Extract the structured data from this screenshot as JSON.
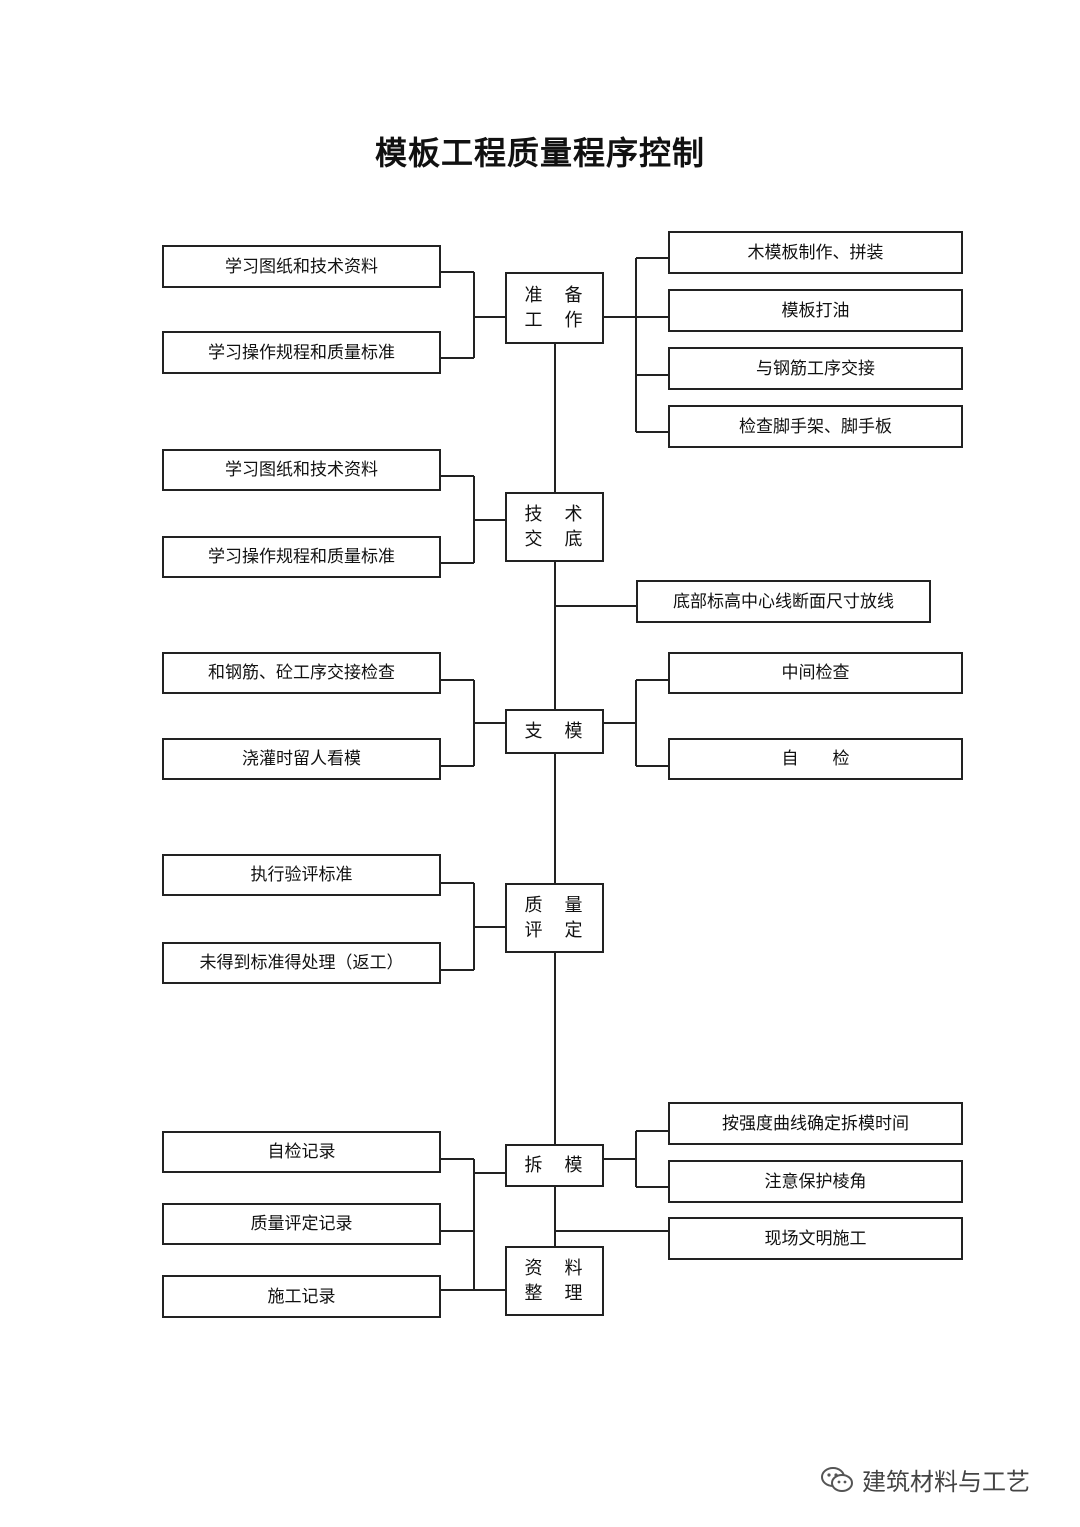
{
  "title": "模板工程质量程序控制",
  "stages": {
    "prep": [
      "准　备",
      "工　作"
    ],
    "tech": [
      "技　术",
      "交　底"
    ],
    "support": "支　模",
    "quality": [
      "质　量",
      "评　定"
    ],
    "remove": "拆　模",
    "docs": [
      "资　料",
      "整　理"
    ]
  },
  "prep_left": [
    "学习图纸和技术资料",
    "学习操作规程和质量标准"
  ],
  "prep_right": [
    "木模板制作、拼装",
    "模板打油",
    "与钢筋工序交接",
    "检查脚手架、脚手板"
  ],
  "tech_left": [
    "学习图纸和技术资料",
    "学习操作规程和质量标准"
  ],
  "tech_right": "底部标高中心线断面尺寸放线",
  "support_left": [
    "和钢筋、砼工序交接检查",
    "浇灌时留人看模"
  ],
  "support_right": [
    "中间检查",
    "自　　检"
  ],
  "quality_left": [
    "执行验评标准",
    "未得到标准得处理（返工）"
  ],
  "remove_right": [
    "按强度曲线确定拆模时间",
    "注意保护棱角"
  ],
  "docs_right": "现场文明施工",
  "docs_left": [
    "自检记录",
    "质量评定记录",
    "施工记录"
  ],
  "watermark": {
    "icon": "wechat-icon",
    "text": "建筑材料与工艺"
  }
}
